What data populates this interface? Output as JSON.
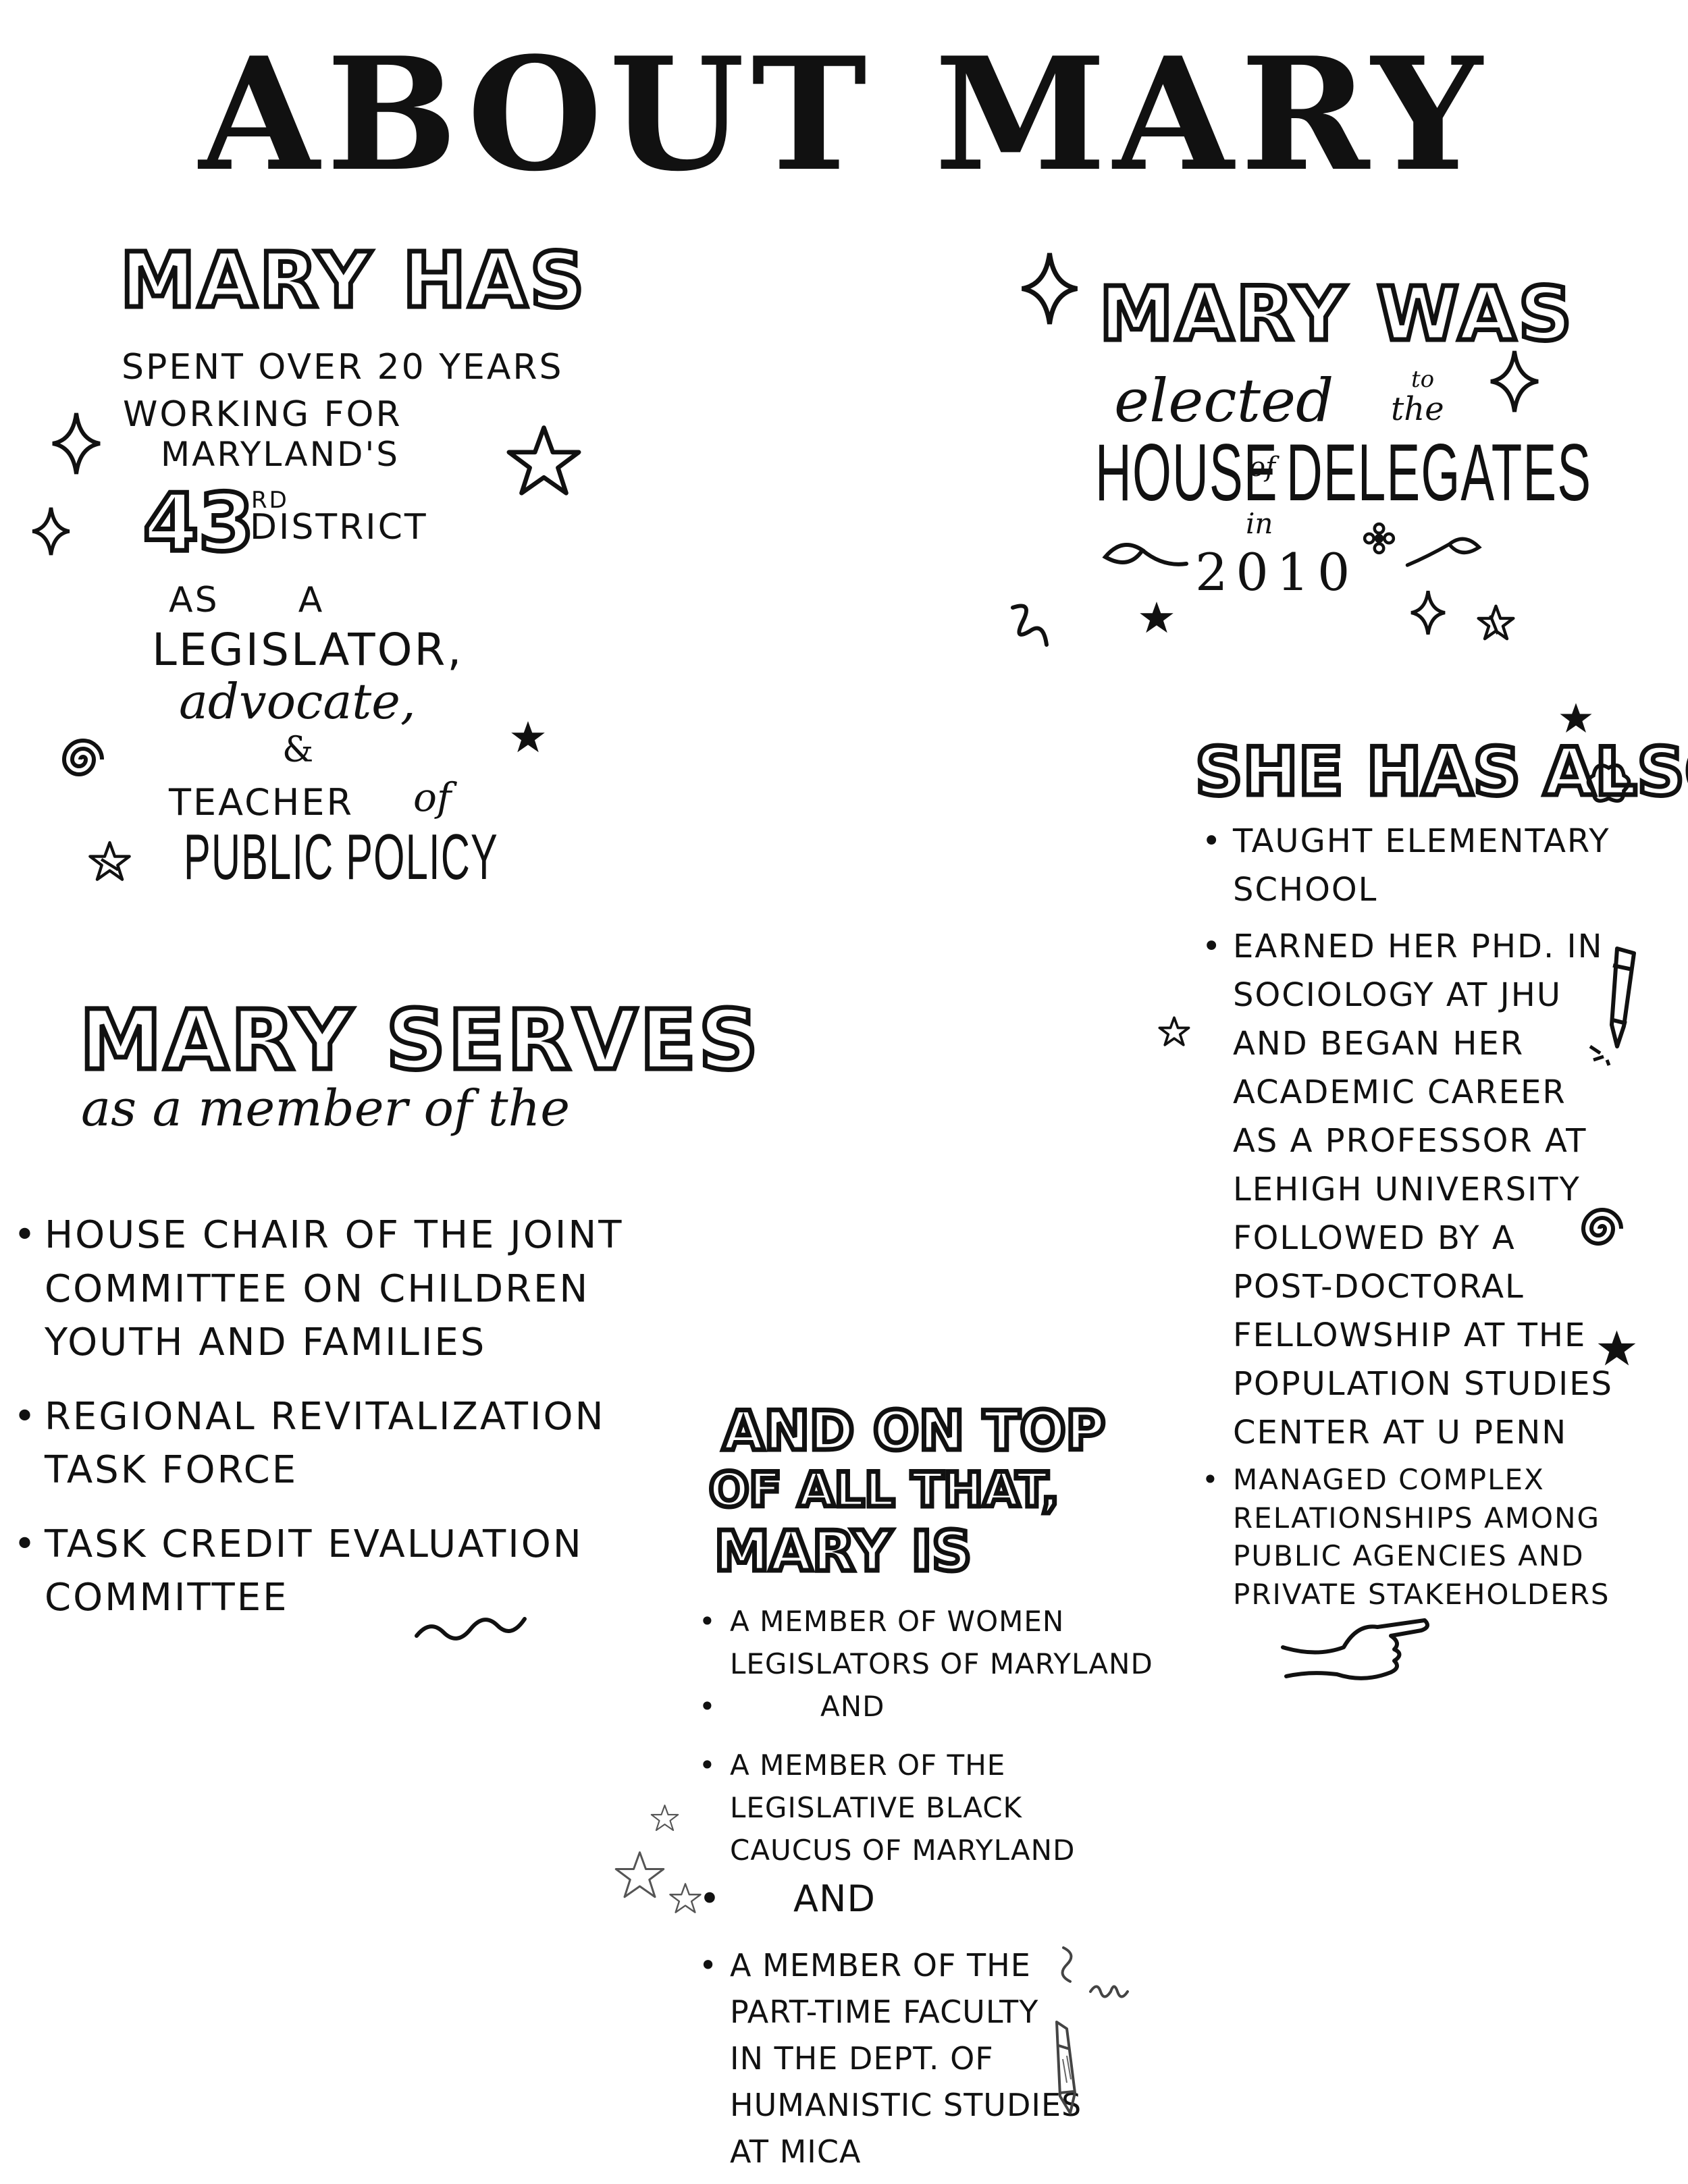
{
  "title": "ABOUT MARY",
  "has_block": {
    "heading": "MARY HAS",
    "lines": [
      "SPENT OVER 20 YEARS",
      "WORKING FOR",
      "MARYLAND'S"
    ],
    "district_number": "43",
    "district_suffix": "RD",
    "district_word": "DISTRICT",
    "as_a": "AS      A",
    "legislator": "LEGISLATOR,",
    "advocate": "advocate,",
    "ampersand": "&",
    "teacher": "TEACHER",
    "teacher_of": "of",
    "public_policy": "PUBLIC POLICY"
  },
  "was_block": {
    "heading": "MARY WAS",
    "elected": "elected",
    "to": "to",
    "the": "the",
    "house_of": "HOUSE",
    "of": "of",
    "delegates": "DELEGATES",
    "in": "in",
    "year": "2010"
  },
  "serves_block": {
    "heading": "MARY SERVES",
    "subheading": "as a member of the",
    "items": [
      [
        "HOUSE CHAIR OF THE JOINT",
        "COMMITTEE ON CHILDREN",
        "YOUTH AND FAMILIES"
      ],
      [
        "REGIONAL REVITALIZATION",
        "TASK FORCE"
      ],
      [
        "TASK CREDIT EVALUATION",
        "COMMITTEE"
      ]
    ]
  },
  "also_block": {
    "heading": "SHE HAS ALSO",
    "items": [
      [
        "TAUGHT ELEMENTARY",
        "SCHOOL"
      ],
      [
        "EARNED HER PHD. IN",
        "SOCIOLOGY AT JHU",
        "AND BEGAN HER",
        "ACADEMIC CAREER",
        "AS A PROFESSOR AT",
        "LEHIGH UNIVERSITY",
        "FOLLOWED BY A",
        "POST-DOCTORAL",
        "FELLOWSHIP AT THE",
        "POPULATION STUDIES",
        "CENTER AT U PENN"
      ],
      [
        "MANAGED COMPLEX",
        "RELATIONSHIPS AMONG",
        "PUBLIC AGENCIES AND",
        "PRIVATE STAKEHOLDERS"
      ]
    ]
  },
  "top_block": {
    "heading_lines": [
      "AND ON TOP",
      "OF ALL THAT,",
      "MARY IS"
    ],
    "items": [
      [
        "A MEMBER OF WOMEN",
        "LEGISLATORS OF MARYLAND"
      ],
      [
        "A MEMBER OF THE",
        "LEGISLATIVE BLACK",
        "CAUCUS OF MARYLAND"
      ],
      [
        "A MEMBER OF THE",
        "PART-TIME FACULTY",
        "IN THE DEPT. OF",
        "HUMANISTIC STUDIES",
        "AT MICA"
      ]
    ],
    "connector": "AND"
  },
  "doodles": {
    "sparkle": "sparkle-icon",
    "star": "star-icon",
    "spiral": "spiral-icon",
    "leaf": "leaf-icon",
    "flower": "flower-icon",
    "squiggle": "squiggle-icon",
    "pencil": "pencil-icon",
    "hand": "pointing-hand-icon"
  },
  "colors": {
    "ink": "#111111",
    "paper": "#ffffff"
  }
}
